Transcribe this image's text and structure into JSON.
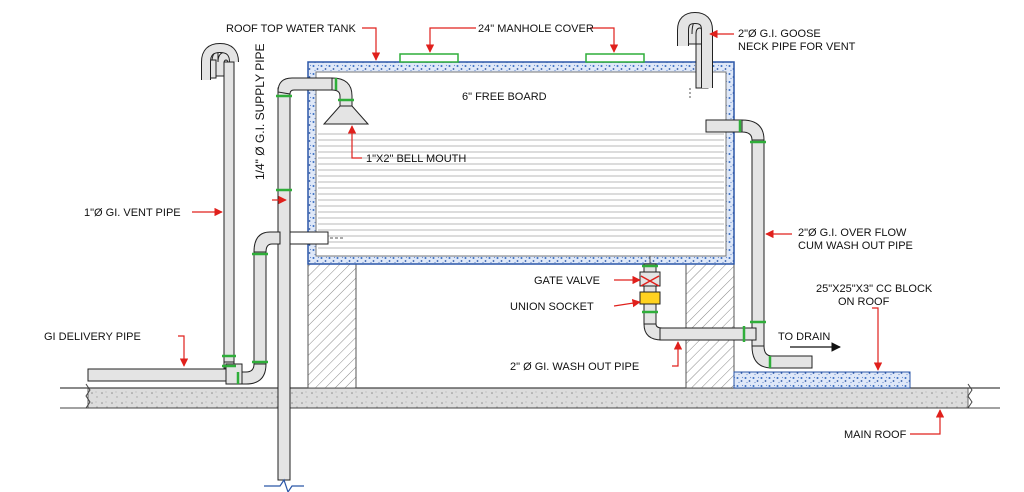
{
  "labels": {
    "roof_tank": "ROOF TOP WATER TANK",
    "manhole": "24\" MANHOLE COVER",
    "goose_line1": "2\"Ø G.I. GOOSE",
    "goose_line2": "NECK PIPE FOR VENT",
    "free_board": "6\" FREE BOARD",
    "bell_mouth": "1\"X2\" BELL MOUTH",
    "supply_pipe": "1/4\" Ø G.I. SUPPLY PIPE",
    "vent_pipe": "1\"Ø GI. VENT PIPE",
    "overflow_line1": "2\"Ø G.I. OVER FLOW",
    "overflow_line2": "CUM WASH OUT PIPE",
    "gate_valve": "GATE VALVE",
    "union_socket": "UNION SOCKET",
    "cc_block_line1": "25\"X25\"X3\" CC BLOCK",
    "cc_block_line2": "ON ROOF",
    "to_drain": "TO DRAIN",
    "delivery_pipe": "GI DELIVERY PIPE",
    "wash_out": "2\" Ø GI. WASH OUT PIPE",
    "main_roof": "MAIN ROOF"
  },
  "colors": {
    "leader": "#e0201c",
    "fitting": "#2fae3a",
    "pipe_fill": "#e4e4e4",
    "line": "#222222",
    "speckle": "#3a6fc4",
    "valve": "#ffd21f",
    "ground_base": "#999999"
  }
}
